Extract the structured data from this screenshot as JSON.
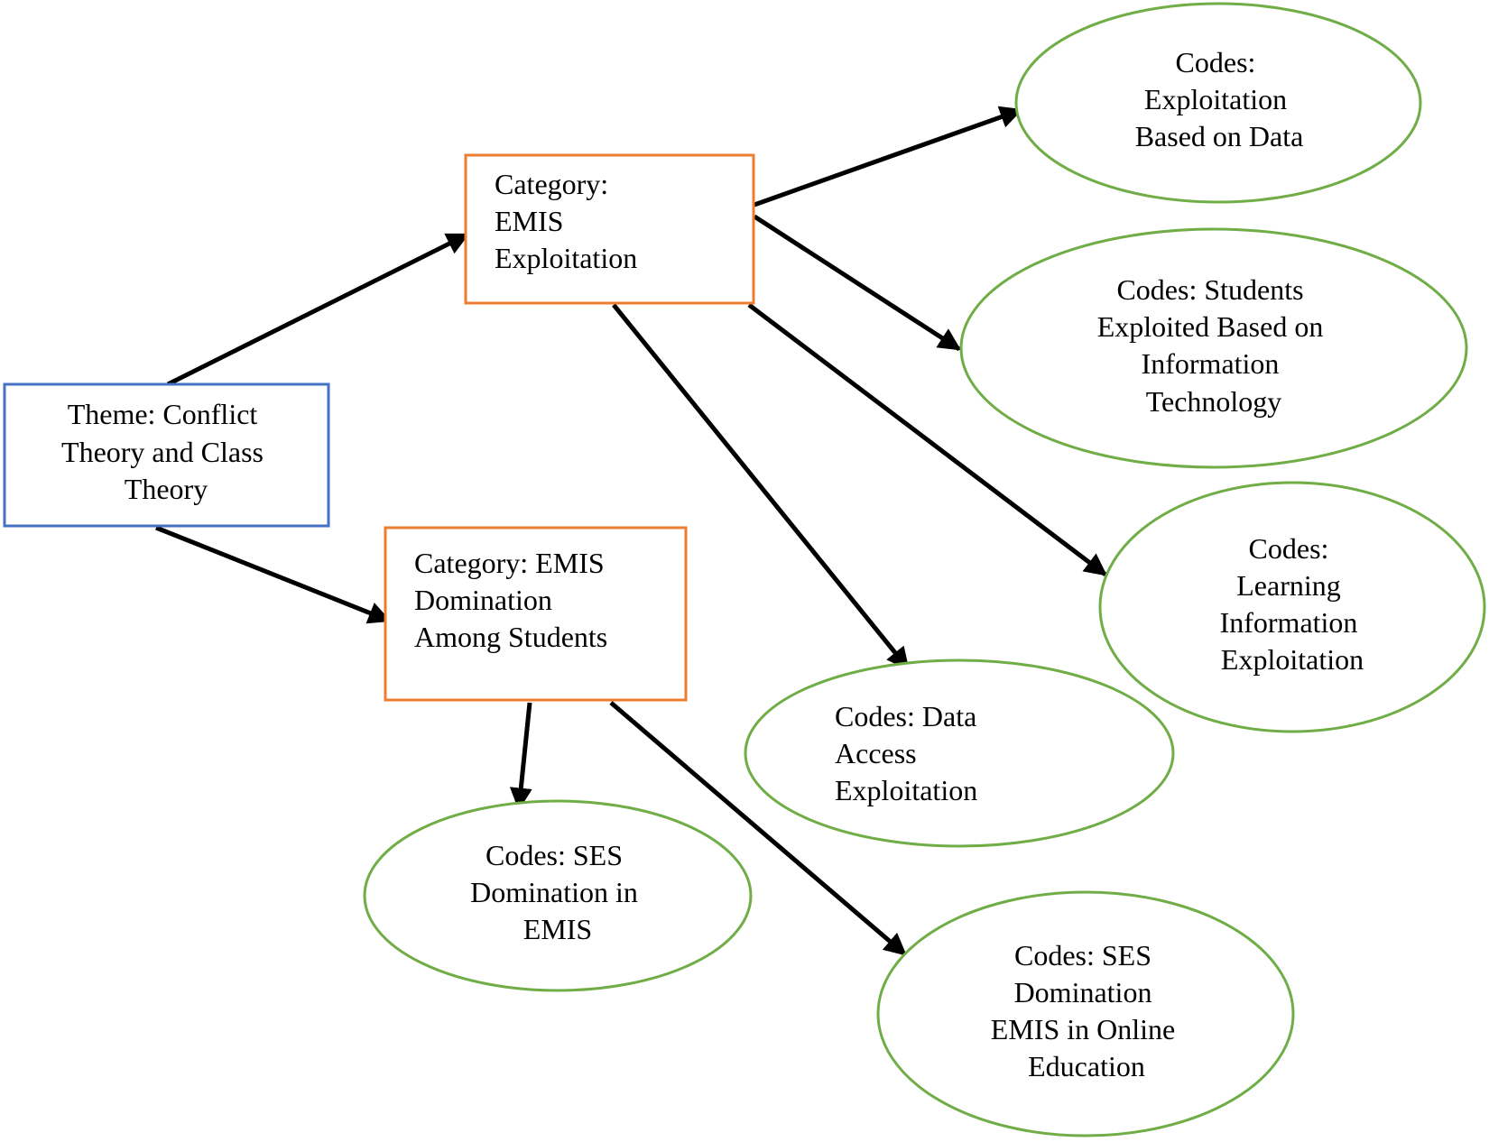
{
  "colors": {
    "theme_border": "#4472C4",
    "category_border": "#ED7D31",
    "code_border": "#70AD47",
    "arrow": "#000000",
    "text": "#000000"
  },
  "theme": {
    "lines": [
      "Theme: Conflict",
      "Theory and Class",
      "Theory"
    ]
  },
  "categories": {
    "exploitation": {
      "lines": [
        "Category:",
        "EMIS",
        "Exploitation"
      ]
    },
    "domination": {
      "lines": [
        "Category: EMIS",
        "Domination",
        "Among Students"
      ]
    }
  },
  "codes": {
    "exploitation_based_on_data": {
      "lines": [
        "Codes:",
        "Exploitation",
        "Based on Data"
      ]
    },
    "students_exploited_it": {
      "lines": [
        "Codes: Students",
        "Exploited Based on",
        "Information",
        "Technology"
      ]
    },
    "learning_information_exploitation": {
      "lines": [
        "Codes:",
        "Learning",
        "Information",
        "Exploitation"
      ]
    },
    "data_access_exploitation": {
      "lines": [
        "Codes: Data",
        "Access",
        "Exploitation"
      ]
    },
    "ses_domination_emis": {
      "lines": [
        "Codes: SES",
        "Domination in",
        "EMIS"
      ]
    },
    "ses_domination_online": {
      "lines": [
        "Codes: SES",
        "Domination",
        "EMIS in Online",
        "Education"
      ]
    }
  }
}
